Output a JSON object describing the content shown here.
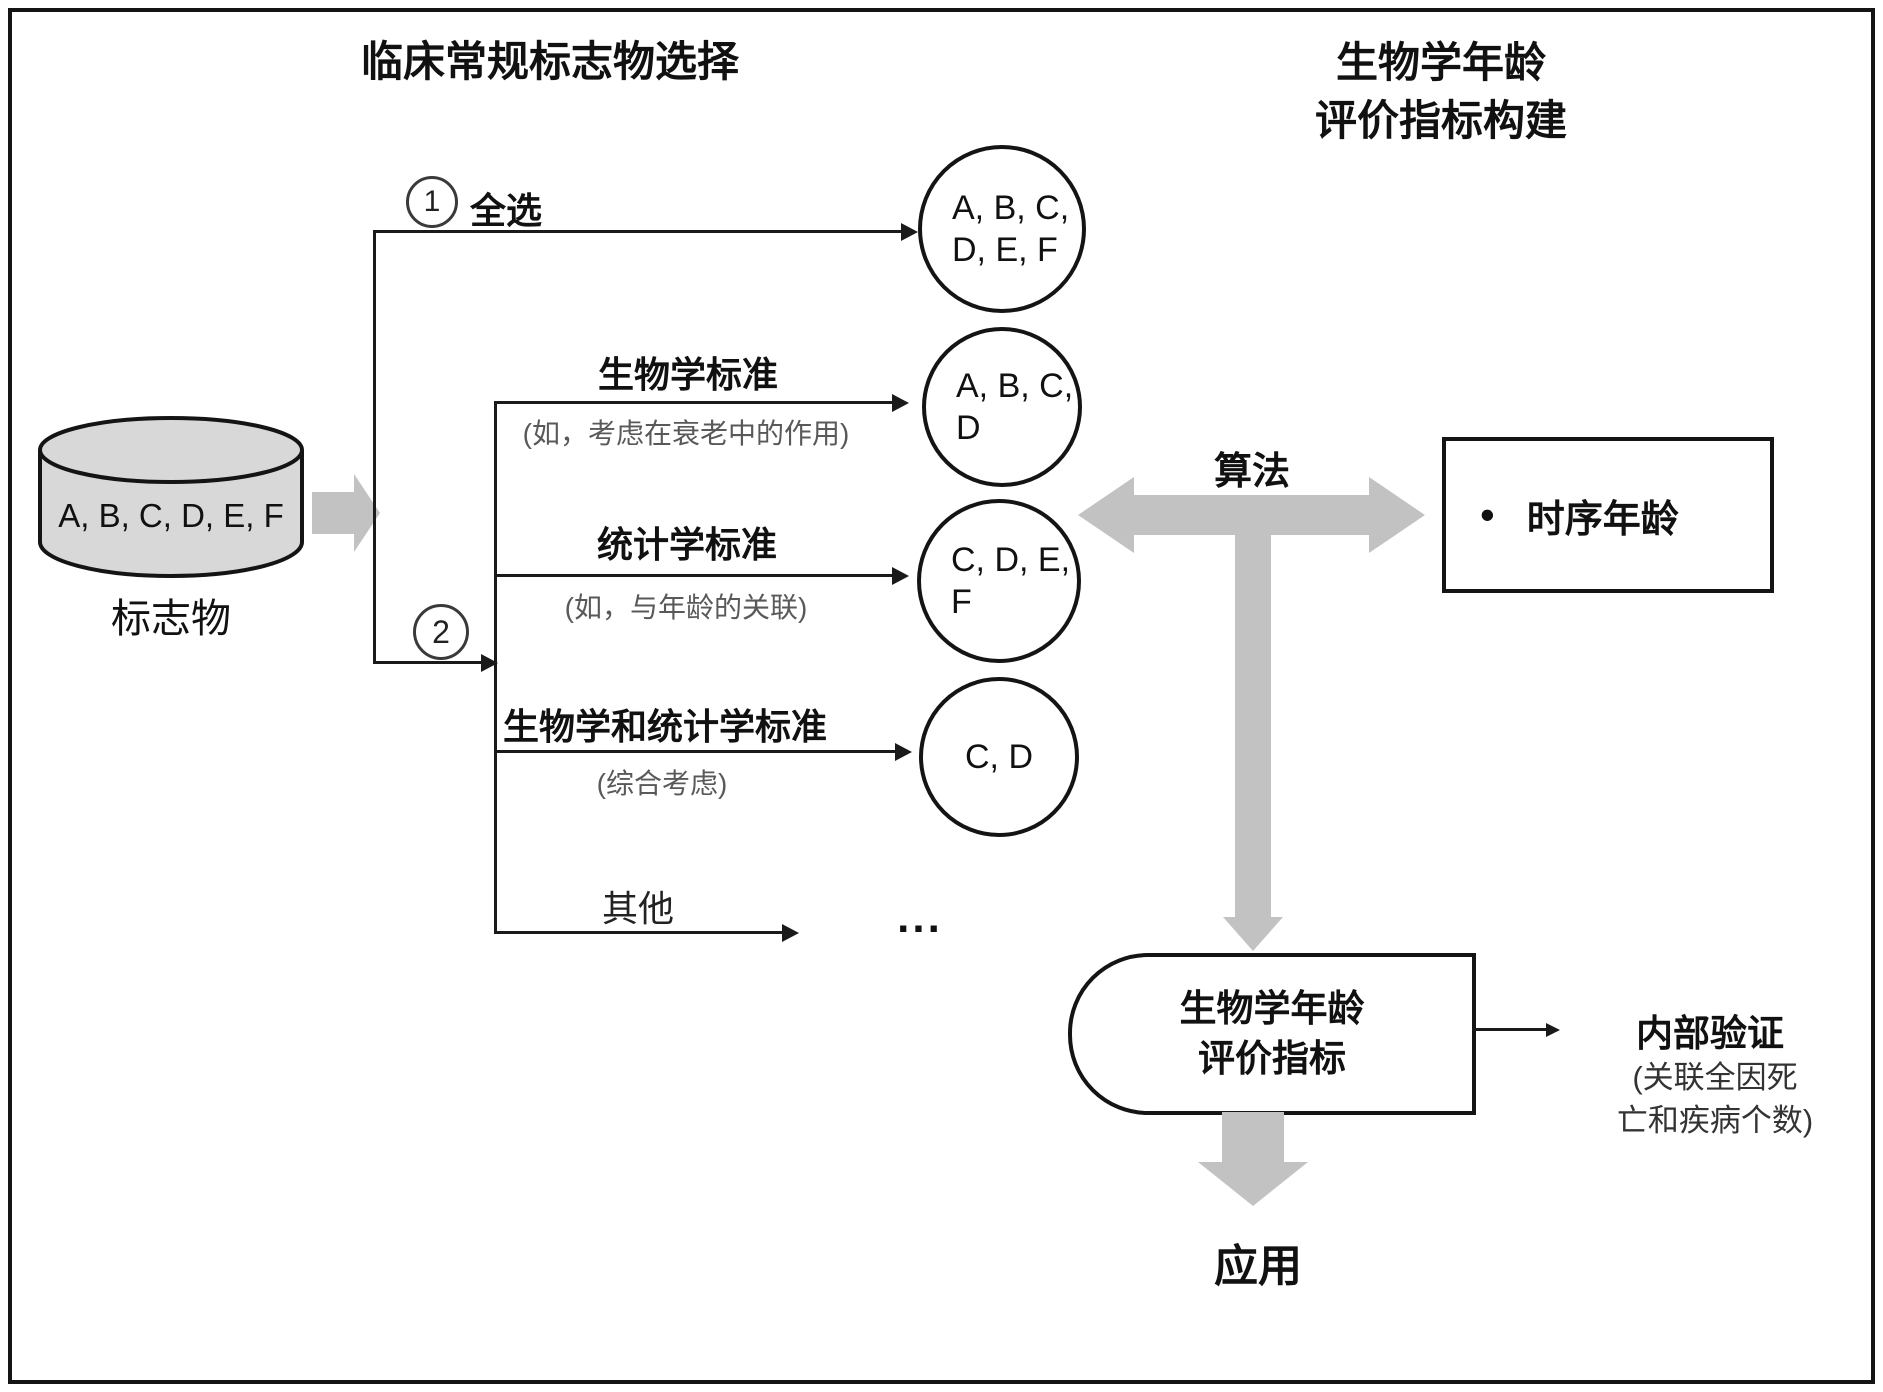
{
  "titles": {
    "clinical": "临床常规标志物选择",
    "bio_line1": "生物学年龄",
    "bio_line2": "评价指标构建"
  },
  "source": {
    "content": "A, B, C, D, E, F",
    "caption": "标志物"
  },
  "branches": {
    "b1_num": "1",
    "b1_label": "全选",
    "b2_num": "2",
    "sub1_label": "生物学标准",
    "sub1_note": "(如，考虑在衰老中的作用)",
    "sub2_label": "统计学标准",
    "sub2_note": "(如，与年龄的关联)",
    "sub3_label": "生物学和统计学标准",
    "sub3_note": "(综合考虑)",
    "sub4_label": "其他"
  },
  "results": {
    "c1_line1": "A, B, C,",
    "c1_line2": "D, E, F",
    "c2_line1": "A, B, C,",
    "c2_line2": "D",
    "c3_line1": "C, D, E,",
    "c3_line2": "F",
    "c4_line1": "C, D",
    "others": "..."
  },
  "algorithm": {
    "label": "算法"
  },
  "chrono": {
    "bullet": "•",
    "label": "时序年龄"
  },
  "bioage": {
    "line1": "生物学年龄",
    "line2": "评价指标"
  },
  "validation": {
    "title": "内部验证",
    "note_line1": "(关联全因死",
    "note_line2": "亡和疾病个数)"
  },
  "application": {
    "label": "应用"
  },
  "colors": {
    "gray_fill": "#d8d8d8",
    "arrow_gray": "#c2c2c2",
    "note_gray": "#595959",
    "line_black": "#1a1a1a"
  }
}
